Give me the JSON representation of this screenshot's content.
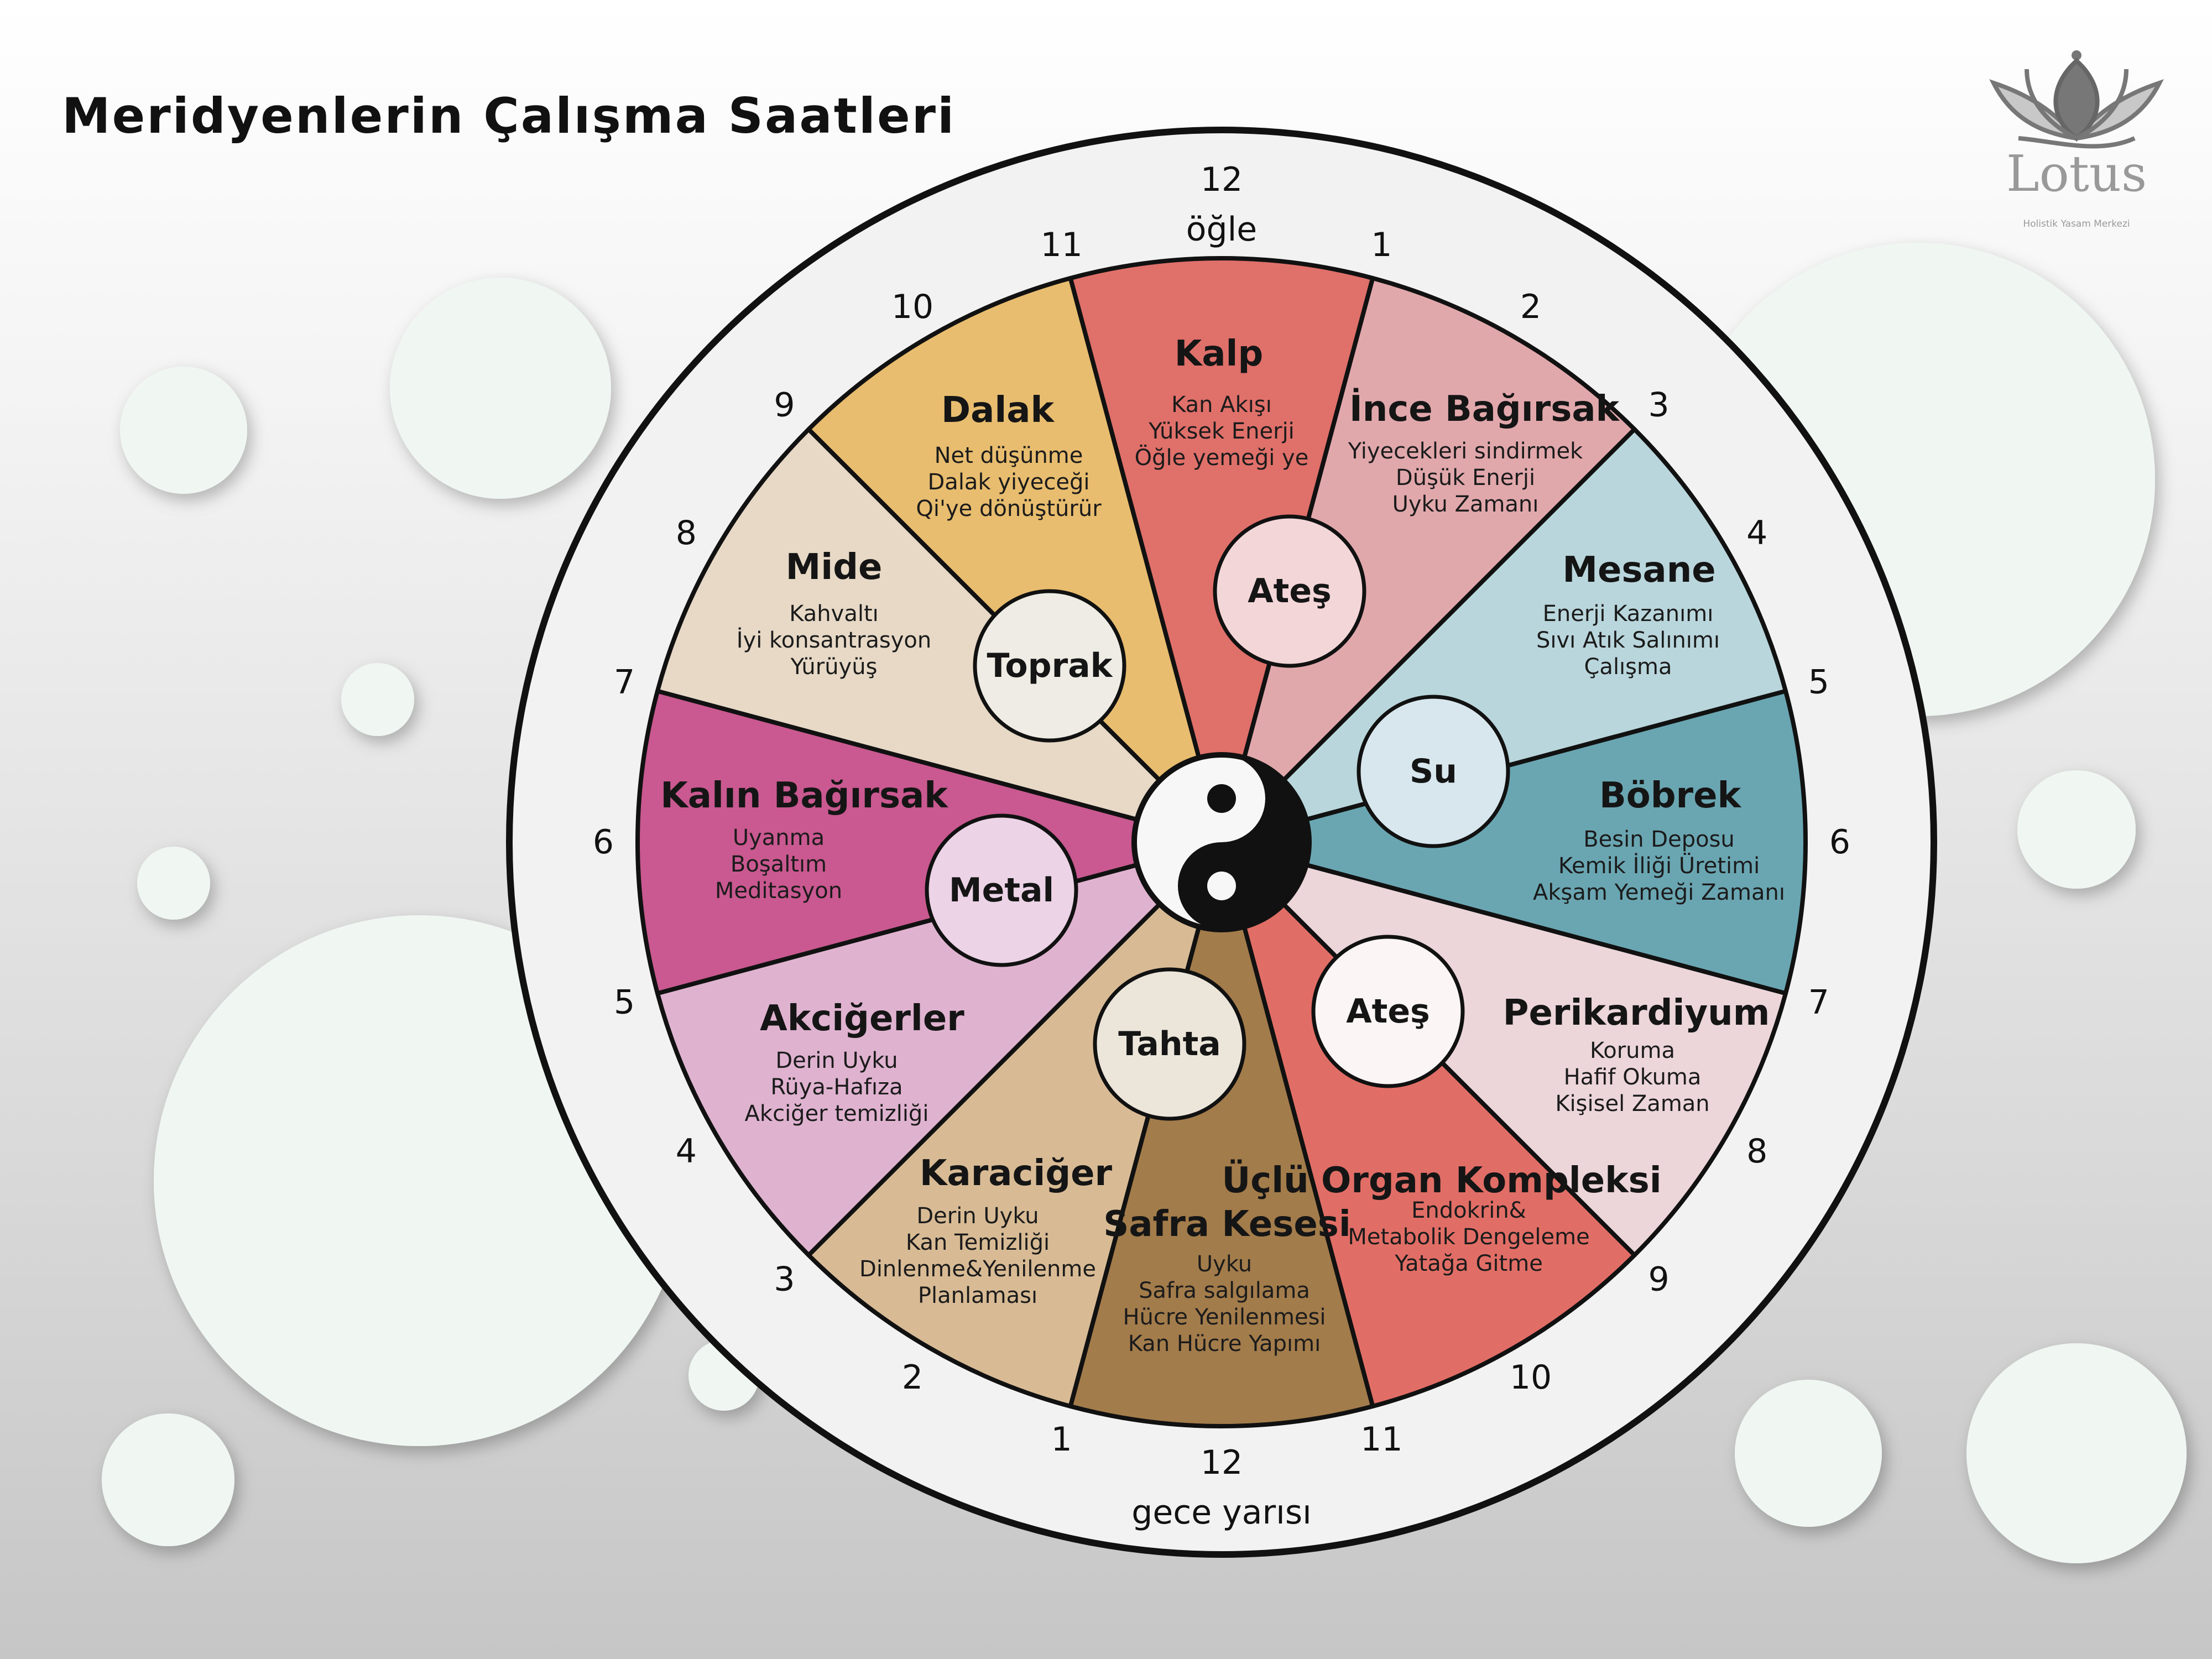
{
  "title": "Meridyenlerin Çalışma Saatleri",
  "logo": {
    "name": "Lotus",
    "tagline": "Holistik Yasam Merkezi"
  },
  "clock": {
    "noon_number": "12",
    "noon_label": "öğle",
    "midnight_number": "12",
    "midnight_label": "gece yarısı",
    "afternoon_hours": [
      "1",
      "2",
      "3",
      "4",
      "5",
      "6",
      "7",
      "8",
      "9",
      "10",
      "11"
    ],
    "morning_hours": [
      "1",
      "2",
      "3",
      "4",
      "5",
      "6",
      "7",
      "8",
      "9",
      "10",
      "11"
    ]
  },
  "meridians": [
    {
      "name": "Kalp",
      "hours": "11-13",
      "color": "#e0706a",
      "lines": [
        "Kan Akışı",
        "Yüksek Enerji",
        "Öğle yemeği ye"
      ]
    },
    {
      "name": "İnce Bağırsak",
      "hours": "13-15",
      "color": "#e1a8ac",
      "lines": [
        "Yiyecekleri sindirmek",
        "Düşük Enerji",
        "Uyku Zamanı"
      ]
    },
    {
      "name": "Mesane",
      "hours": "15-17",
      "color": "#b9d6dc",
      "lines": [
        "Enerji Kazanımı",
        "Sıvı Atık Salınımı",
        "Çalışma"
      ]
    },
    {
      "name": "Böbrek",
      "hours": "17-19",
      "color": "#6aa6b2",
      "lines": [
        "Besin Deposu",
        "Kemik İliği Üretimi",
        "Akşam Yemeği Zamanı"
      ]
    },
    {
      "name": "Perikardiyum",
      "hours": "19-21",
      "color": "#ecd6da",
      "lines": [
        "Koruma",
        "Hafif Okuma",
        "Kişisel Zaman"
      ]
    },
    {
      "name": "Üçlü Organ Kompleksi",
      "hours": "21-23",
      "color": "#e16e66",
      "lines": [
        "Endokrin&",
        "Metabolik Dengeleme",
        "Yatağa Gitme"
      ]
    },
    {
      "name": "Safra Kesesi",
      "hours": "23-1",
      "color": "#a37c4b",
      "lines": [
        "Uyku",
        "Safra salgılama",
        "Hücre Yenilenmesi",
        "Kan Hücre Yapımı"
      ]
    },
    {
      "name": "Karaciğer",
      "hours": "1-3",
      "color": "#d8bb95",
      "lines": [
        "Derin Uyku",
        "Kan Temizliği",
        "Dinlenme&Yenilenme",
        "Planlaması"
      ]
    },
    {
      "name": "Akciğerler",
      "hours": "3-5",
      "color": "#dfb3d0",
      "lines": [
        "Derin Uyku",
        "Rüya-Hafıza",
        "Akciğer temizliği"
      ]
    },
    {
      "name": "Kalın Bağırsak",
      "hours": "5-7",
      "color": "#c95990",
      "lines": [
        "Uyanma",
        "Boşaltım",
        "Meditasyon"
      ]
    },
    {
      "name": "Mide",
      "hours": "7-9",
      "color": "#e7d9c6",
      "lines": [
        "Kahvaltı",
        "İyi konsantrasyon",
        "Yürüyüş"
      ]
    },
    {
      "name": "Dalak",
      "hours": "9-11",
      "color": "#e8bd6f",
      "lines": [
        "Net düşünme",
        "Dalak yiyeceği",
        "Qi'ye dönüştürür"
      ]
    }
  ],
  "elements": [
    {
      "name": "Ateş",
      "color": "#f3d6d8"
    },
    {
      "name": "Toprak",
      "color": "#eeece4"
    },
    {
      "name": "Su",
      "color": "#d8e7ee"
    },
    {
      "name": "Ateş",
      "color": "#fbf5f5"
    },
    {
      "name": "Tahta",
      "color": "#ece6da"
    },
    {
      "name": "Metal",
      "color": "#ecd3e6"
    }
  ],
  "colors": {
    "ring": "#f2f2f2",
    "outline": "#111111",
    "bubble": "#f0f7f3"
  }
}
